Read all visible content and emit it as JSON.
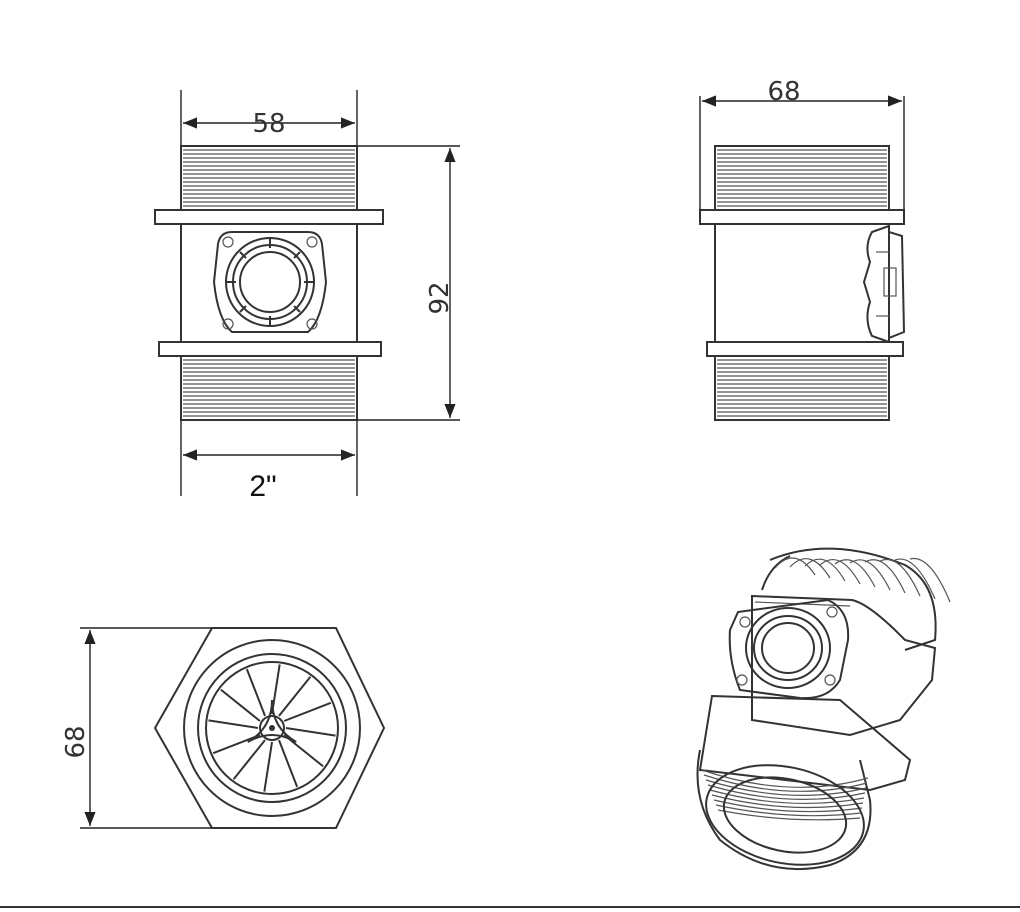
{
  "drawing": {
    "front_view": {
      "width_label": "58",
      "height_label": "92",
      "thread_label": "2\""
    },
    "side_view": {
      "width_label": "68"
    },
    "end_view": {
      "height_label": "68"
    }
  },
  "colors": {
    "line": "#333333",
    "background": "#ffffff"
  }
}
